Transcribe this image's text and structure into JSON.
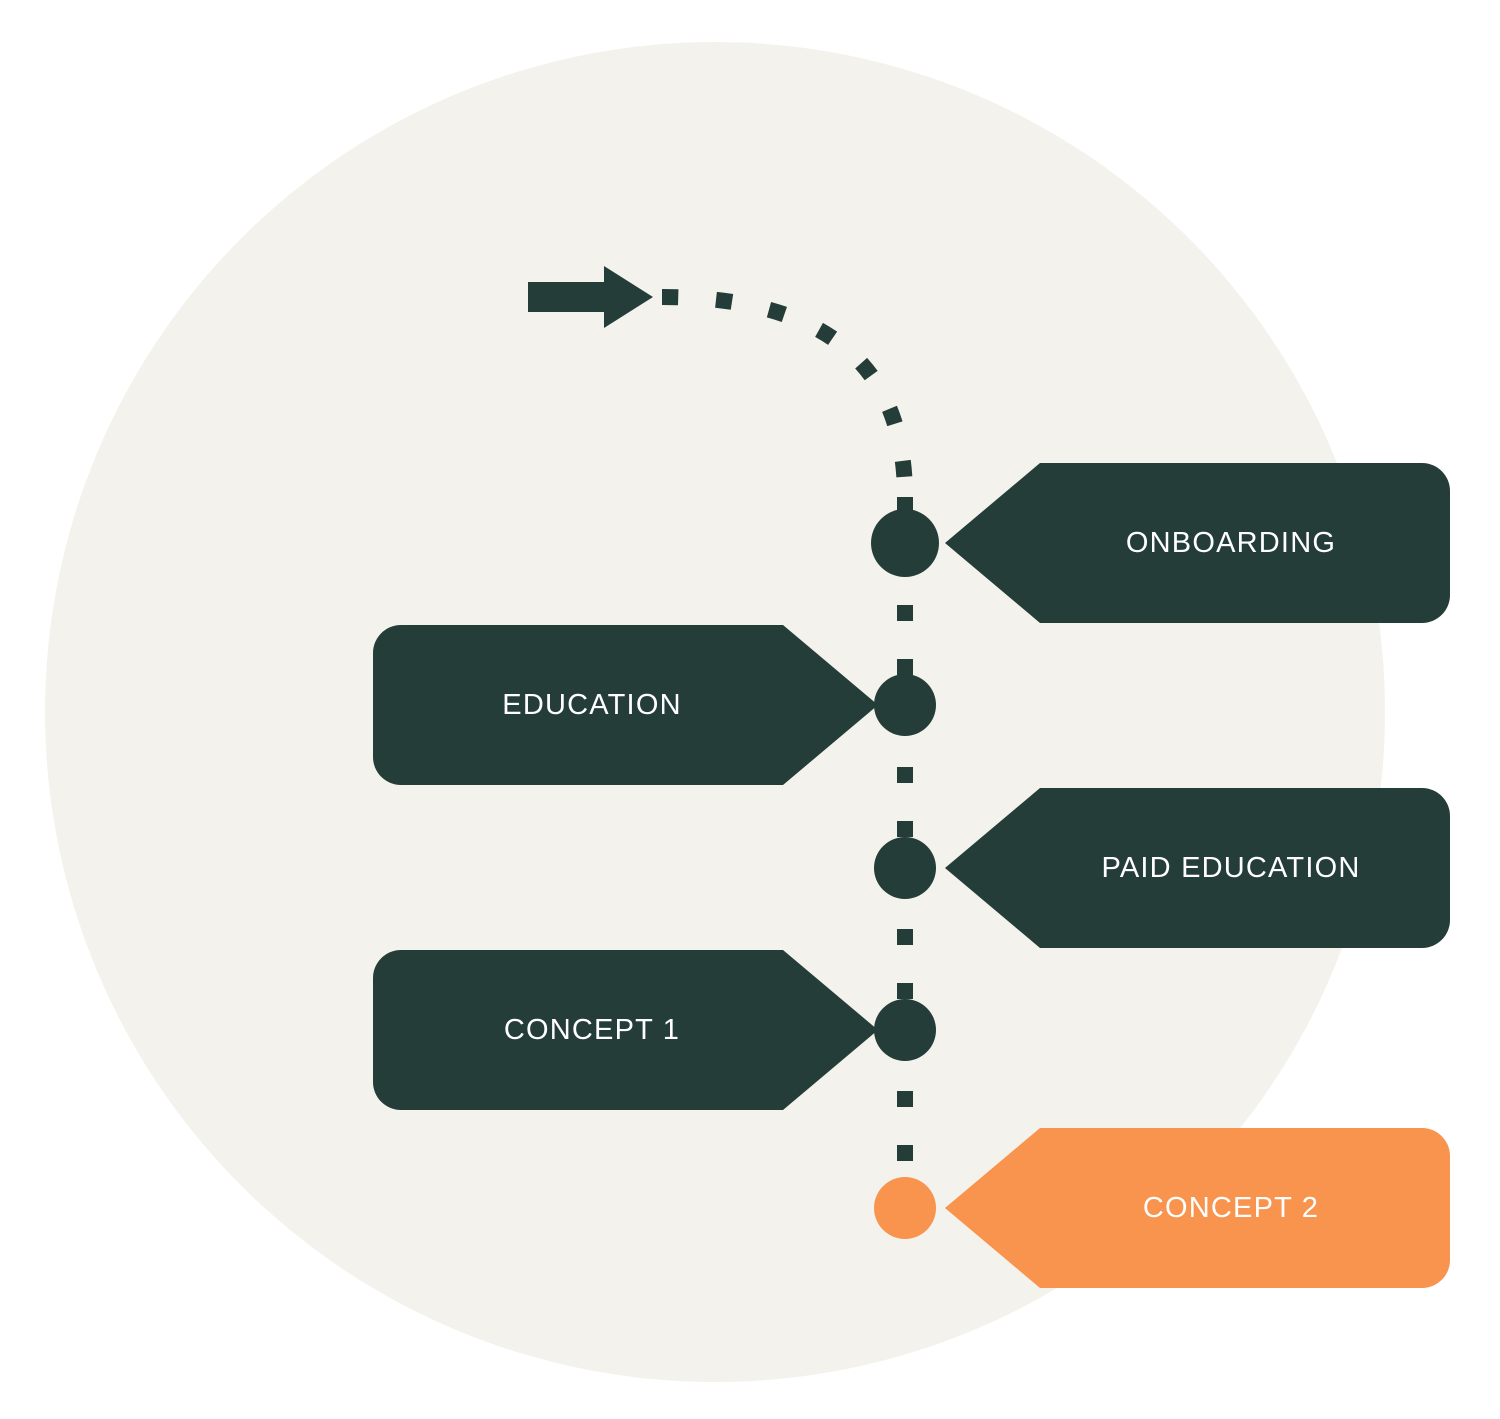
{
  "colors": {
    "page_bg": "#ffffff",
    "circle_bg": "#f4f2ec",
    "dark": "#253d39",
    "accent": "#f9944f",
    "label_text": "#ffffff"
  },
  "diagram": {
    "type": "timeline-infographic",
    "stages": [
      {
        "label": "ONBOARDING",
        "side": "right",
        "color": "#253d39"
      },
      {
        "label": "EDUCATION",
        "side": "left",
        "color": "#253d39"
      },
      {
        "label": "PAID EDUCATION",
        "side": "right",
        "color": "#253d39"
      },
      {
        "label": "CONCEPT 1",
        "side": "left",
        "color": "#253d39"
      },
      {
        "label": "CONCEPT 2",
        "side": "right",
        "color": "#f9944f"
      }
    ]
  }
}
